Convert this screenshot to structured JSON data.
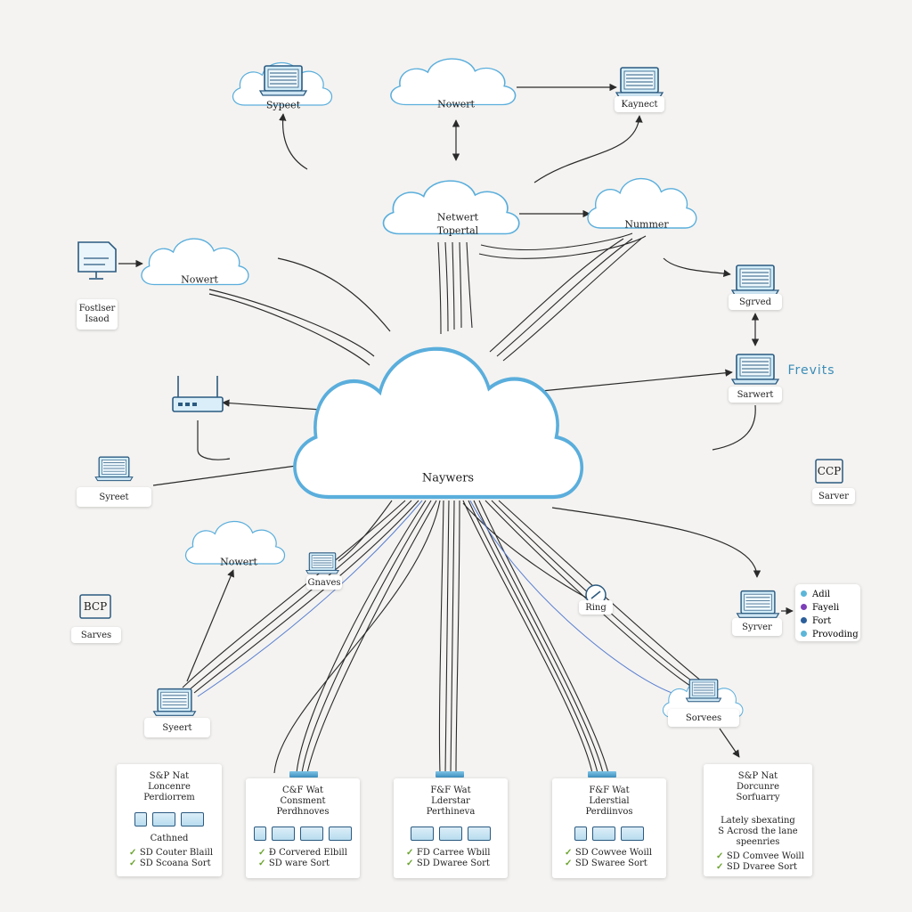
{
  "nodes": {
    "top_left_cloud": "Sypeet",
    "top_center_cloud": "Nowert",
    "top_right_laptop": "Kaynect",
    "upper_center_cloud_line1": "Netwert",
    "upper_center_cloud_line2": "Topertal",
    "upper_right_cloud": "Nummer",
    "left_cloud": "Nowert",
    "right_laptop_1": "Sgrved",
    "right_laptop_2": "Sarwert",
    "right_floating_label": "Frevits",
    "main_cloud": "Naywers",
    "left_laptop": "Syreet",
    "right_ccp_title": "CCP",
    "right_ccp_sub": "Sarver",
    "lower_left_cloud": "Nowert",
    "center_small_chip": "Gnaves",
    "rng_chip": "Ring",
    "right_lower_laptop": "Syrver",
    "left_bcp_title": "BCP",
    "left_bcp_sub": "Sarves",
    "bottom_left_laptop": "Syeert",
    "bottom_right_cloud": "Sorvees",
    "file_box_line1": "Fostlser",
    "file_box_line2": "Isaod"
  },
  "legend": {
    "items": [
      {
        "label": "Adil",
        "color": "#5bb6d8"
      },
      {
        "label": "Fayeli",
        "color": "#7d3fb8"
      },
      {
        "label": "Fort",
        "color": "#2c5f9a"
      },
      {
        "label": "Provoding",
        "color": "#5bb6d8"
      }
    ]
  },
  "cards": [
    {
      "line1": "S&P Nat",
      "line2": "Loncenre",
      "line3": "Perdiorrem",
      "note": "Cathned",
      "checks": [
        "SD Couter Blaill",
        "SD Scoana Sort"
      ]
    },
    {
      "line1": "C&F Wat",
      "line2": "Consment",
      "line3": "Perdhnoves",
      "note": "",
      "checks": [
        "Ð Corvered Elbill",
        "SD ware Sort"
      ]
    },
    {
      "line1": "F&F Wat",
      "line2": "Lderstar",
      "line3": "Perthineva",
      "note": "",
      "checks": [
        "FD Carree Wbill",
        "SD Dwaree Sort"
      ]
    },
    {
      "line1": "F&F Wat",
      "line2": "Lderstial",
      "line3": "Perdiinvos",
      "note": "",
      "checks": [
        "SD Cowvee Woill",
        "SD Swaree Sort"
      ]
    },
    {
      "line1": "S&P Nat",
      "line2": "Dorcunre",
      "line3": "Sorfuarry",
      "note": "Lately sbexating\nS Acrosd the lane\nspeenries",
      "checks": [
        "SD Comvee Woill",
        "SD Dvaree Sort"
      ]
    }
  ]
}
